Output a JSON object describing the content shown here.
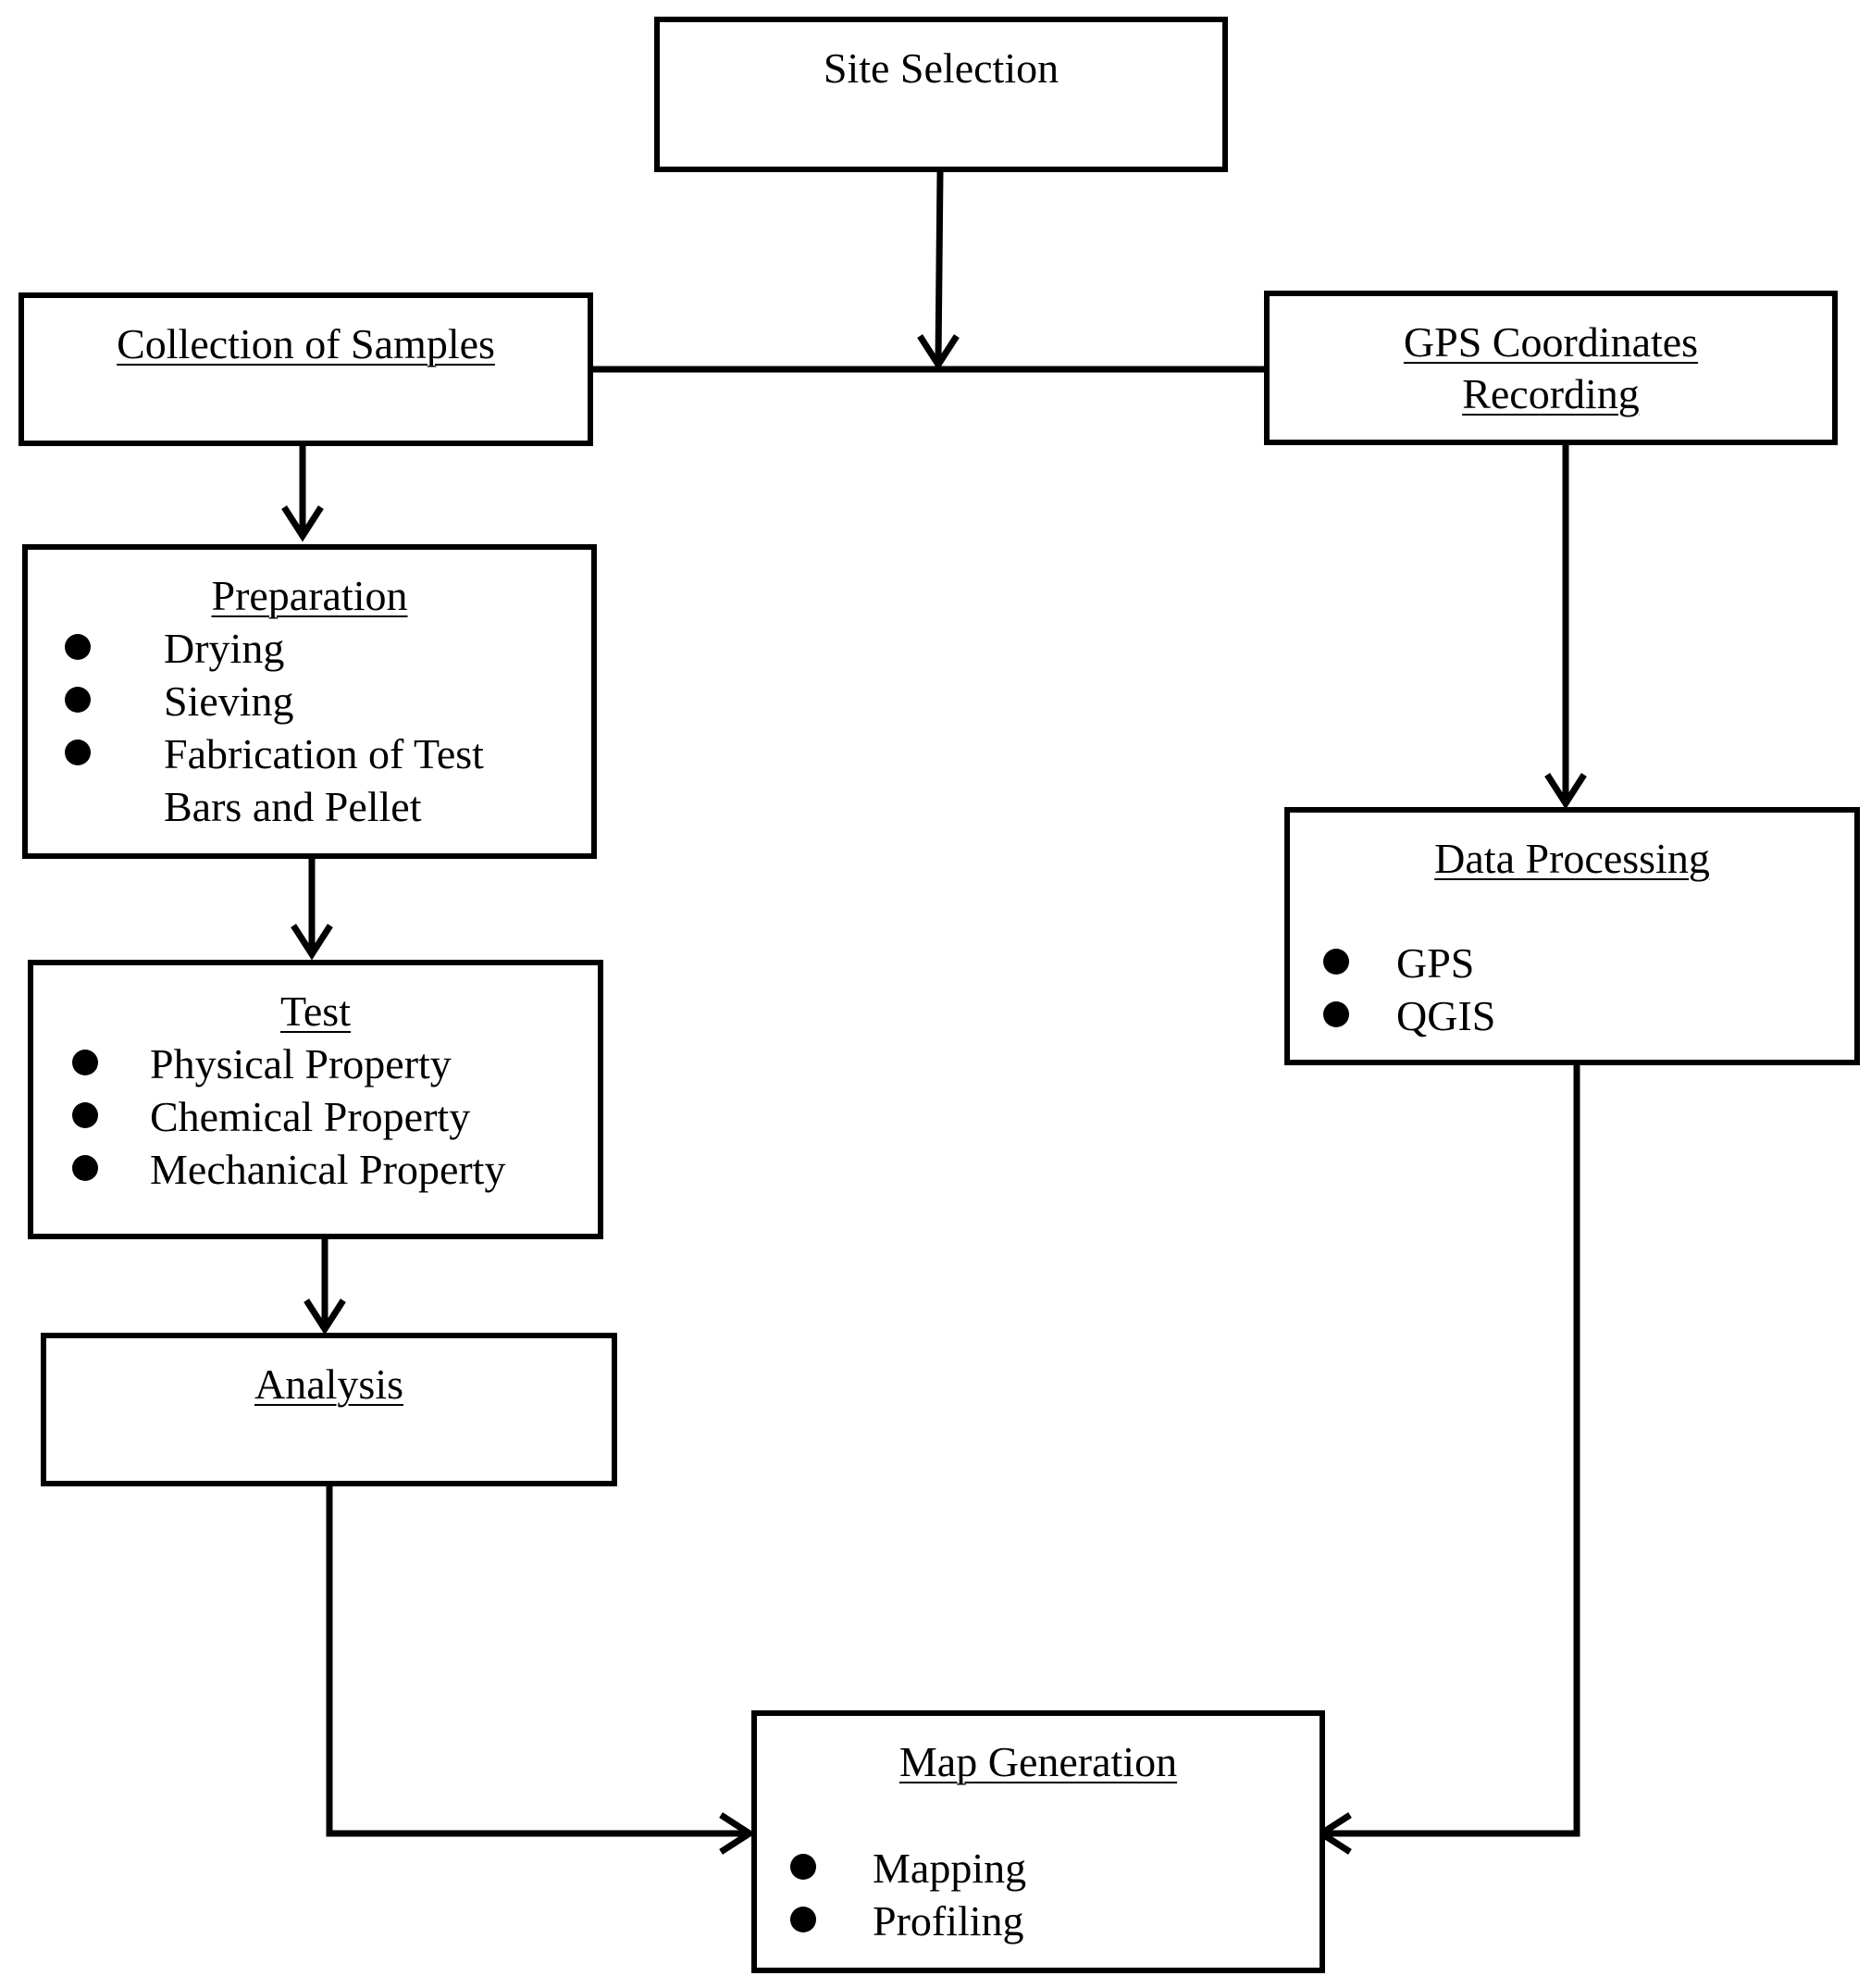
{
  "diagram": {
    "site_selection": {
      "title": "Site Selection"
    },
    "collection": {
      "title": "Collection of Samples"
    },
    "gps_recording": {
      "title_line1": "GPS Coordinates",
      "title_line2": "Recording"
    },
    "preparation": {
      "title": "Preparation",
      "items": [
        "Drying",
        "Sieving",
        "Fabrication of Test",
        "Bars and Pellet"
      ]
    },
    "test": {
      "title": "Test",
      "items": [
        "Physical Property",
        "Chemical Property",
        "Mechanical Property"
      ]
    },
    "analysis": {
      "title": "Analysis"
    },
    "data_processing": {
      "title": "Data Processing",
      "items": [
        "GPS",
        "QGIS"
      ]
    },
    "map_generation": {
      "title": "Map Generation",
      "items": [
        "Mapping",
        "Profiling"
      ]
    }
  }
}
